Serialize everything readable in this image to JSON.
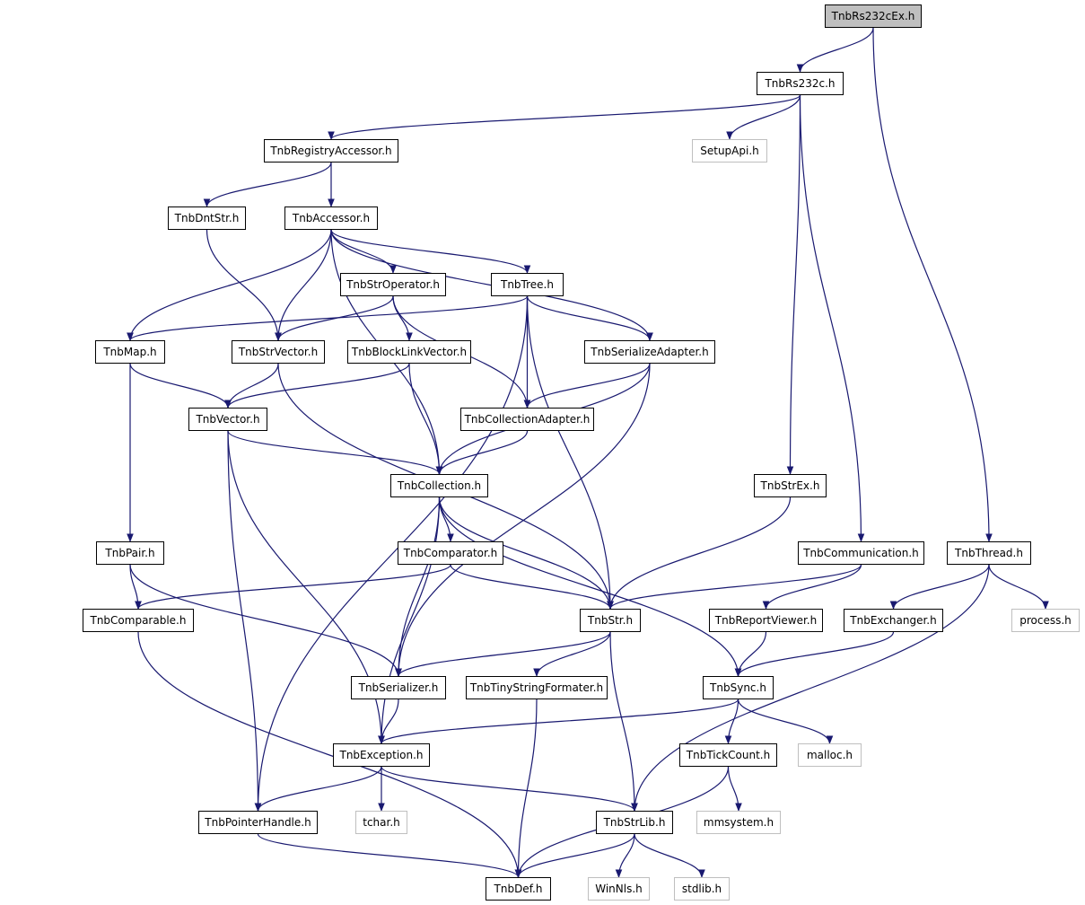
{
  "colors": {
    "edge": "#191970",
    "node_border": "#000000",
    "external_border": "#bfbfbf",
    "root_fill": "#bfbfbf"
  },
  "nodes": [
    {
      "id": "rs232cex",
      "label": "TnbRs232cEx.h",
      "kind": "root"
    },
    {
      "id": "rs232c",
      "label": "TnbRs232c.h",
      "kind": "file"
    },
    {
      "id": "registry",
      "label": "TnbRegistryAccessor.h",
      "kind": "file"
    },
    {
      "id": "setupapi",
      "label": "SetupApi.h",
      "kind": "external"
    },
    {
      "id": "dntstr",
      "label": "TnbDntStr.h",
      "kind": "file"
    },
    {
      "id": "accessor",
      "label": "TnbAccessor.h",
      "kind": "file"
    },
    {
      "id": "stroperator",
      "label": "TnbStrOperator.h",
      "kind": "file"
    },
    {
      "id": "tree",
      "label": "TnbTree.h",
      "kind": "file"
    },
    {
      "id": "map",
      "label": "TnbMap.h",
      "kind": "file"
    },
    {
      "id": "strvector",
      "label": "TnbStrVector.h",
      "kind": "file"
    },
    {
      "id": "blocklink",
      "label": "TnbBlockLinkVector.h",
      "kind": "file"
    },
    {
      "id": "serializeadapter",
      "label": "TnbSerializeAdapter.h",
      "kind": "file"
    },
    {
      "id": "vector",
      "label": "TnbVector.h",
      "kind": "file"
    },
    {
      "id": "collectionadapter",
      "label": "TnbCollectionAdapter.h",
      "kind": "file"
    },
    {
      "id": "collection",
      "label": "TnbCollection.h",
      "kind": "file"
    },
    {
      "id": "strex",
      "label": "TnbStrEx.h",
      "kind": "file"
    },
    {
      "id": "pair",
      "label": "TnbPair.h",
      "kind": "file"
    },
    {
      "id": "comparator",
      "label": "TnbComparator.h",
      "kind": "file"
    },
    {
      "id": "communication",
      "label": "TnbCommunication.h",
      "kind": "file"
    },
    {
      "id": "thread",
      "label": "TnbThread.h",
      "kind": "file"
    },
    {
      "id": "comparable",
      "label": "TnbComparable.h",
      "kind": "file"
    },
    {
      "id": "str",
      "label": "TnbStr.h",
      "kind": "file"
    },
    {
      "id": "reportviewer",
      "label": "TnbReportViewer.h",
      "kind": "file"
    },
    {
      "id": "exchanger",
      "label": "TnbExchanger.h",
      "kind": "file"
    },
    {
      "id": "process",
      "label": "process.h",
      "kind": "external"
    },
    {
      "id": "serializer",
      "label": "TnbSerializer.h",
      "kind": "file"
    },
    {
      "id": "tinystring",
      "label": "TnbTinyStringFormater.h",
      "kind": "file"
    },
    {
      "id": "sync",
      "label": "TnbSync.h",
      "kind": "file"
    },
    {
      "id": "exception",
      "label": "TnbException.h",
      "kind": "file"
    },
    {
      "id": "tickcount",
      "label": "TnbTickCount.h",
      "kind": "file"
    },
    {
      "id": "malloc",
      "label": "malloc.h",
      "kind": "external"
    },
    {
      "id": "pointerhandle",
      "label": "TnbPointerHandle.h",
      "kind": "file"
    },
    {
      "id": "tchar",
      "label": "tchar.h",
      "kind": "external"
    },
    {
      "id": "strlib",
      "label": "TnbStrLib.h",
      "kind": "file"
    },
    {
      "id": "mmsystem",
      "label": "mmsystem.h",
      "kind": "external"
    },
    {
      "id": "def",
      "label": "TnbDef.h",
      "kind": "file"
    },
    {
      "id": "winnls",
      "label": "WinNls.h",
      "kind": "external"
    },
    {
      "id": "stdlib",
      "label": "stdlib.h",
      "kind": "external"
    }
  ],
  "edges": [
    [
      "rs232cex",
      "rs232c"
    ],
    [
      "rs232cex",
      "thread"
    ],
    [
      "rs232c",
      "registry"
    ],
    [
      "rs232c",
      "setupapi"
    ],
    [
      "rs232c",
      "strex"
    ],
    [
      "rs232c",
      "communication"
    ],
    [
      "registry",
      "dntstr"
    ],
    [
      "registry",
      "accessor"
    ],
    [
      "dntstr",
      "strvector"
    ],
    [
      "accessor",
      "map"
    ],
    [
      "accessor",
      "strvector"
    ],
    [
      "accessor",
      "stroperator"
    ],
    [
      "accessor",
      "tree"
    ],
    [
      "accessor",
      "serializeadapter"
    ],
    [
      "accessor",
      "collection"
    ],
    [
      "stroperator",
      "strvector"
    ],
    [
      "stroperator",
      "blocklink"
    ],
    [
      "stroperator",
      "collectionadapter"
    ],
    [
      "tree",
      "map"
    ],
    [
      "tree",
      "collectionadapter"
    ],
    [
      "tree",
      "serializeadapter"
    ],
    [
      "tree",
      "str"
    ],
    [
      "tree",
      "pointerhandle"
    ],
    [
      "map",
      "vector"
    ],
    [
      "map",
      "pair"
    ],
    [
      "strvector",
      "vector"
    ],
    [
      "strvector",
      "str"
    ],
    [
      "blocklink",
      "vector"
    ],
    [
      "blocklink",
      "collection"
    ],
    [
      "serializeadapter",
      "collectionadapter"
    ],
    [
      "serializeadapter",
      "collection"
    ],
    [
      "serializeadapter",
      "serializer"
    ],
    [
      "vector",
      "collection"
    ],
    [
      "vector",
      "pointerhandle"
    ],
    [
      "vector",
      "exception"
    ],
    [
      "collectionadapter",
      "collection"
    ],
    [
      "collection",
      "comparator"
    ],
    [
      "collection",
      "str"
    ],
    [
      "collection",
      "serializer"
    ],
    [
      "collection",
      "exception"
    ],
    [
      "collection",
      "sync"
    ],
    [
      "strex",
      "str"
    ],
    [
      "pair",
      "comparable"
    ],
    [
      "pair",
      "serializer"
    ],
    [
      "comparator",
      "comparable"
    ],
    [
      "comparator",
      "str"
    ],
    [
      "communication",
      "str"
    ],
    [
      "communication",
      "reportviewer"
    ],
    [
      "thread",
      "exchanger"
    ],
    [
      "thread",
      "process"
    ],
    [
      "thread",
      "strlib"
    ],
    [
      "comparable",
      "def"
    ],
    [
      "str",
      "serializer"
    ],
    [
      "str",
      "tinystring"
    ],
    [
      "str",
      "strlib"
    ],
    [
      "reportviewer",
      "sync"
    ],
    [
      "exchanger",
      "sync"
    ],
    [
      "serializer",
      "exception"
    ],
    [
      "tinystring",
      "def"
    ],
    [
      "sync",
      "exception"
    ],
    [
      "sync",
      "tickcount"
    ],
    [
      "sync",
      "malloc"
    ],
    [
      "exception",
      "pointerhandle"
    ],
    [
      "exception",
      "tchar"
    ],
    [
      "exception",
      "strlib"
    ],
    [
      "tickcount",
      "def"
    ],
    [
      "tickcount",
      "mmsystem"
    ],
    [
      "pointerhandle",
      "def"
    ],
    [
      "strlib",
      "def"
    ],
    [
      "strlib",
      "winnls"
    ],
    [
      "strlib",
      "stdlib"
    ]
  ]
}
